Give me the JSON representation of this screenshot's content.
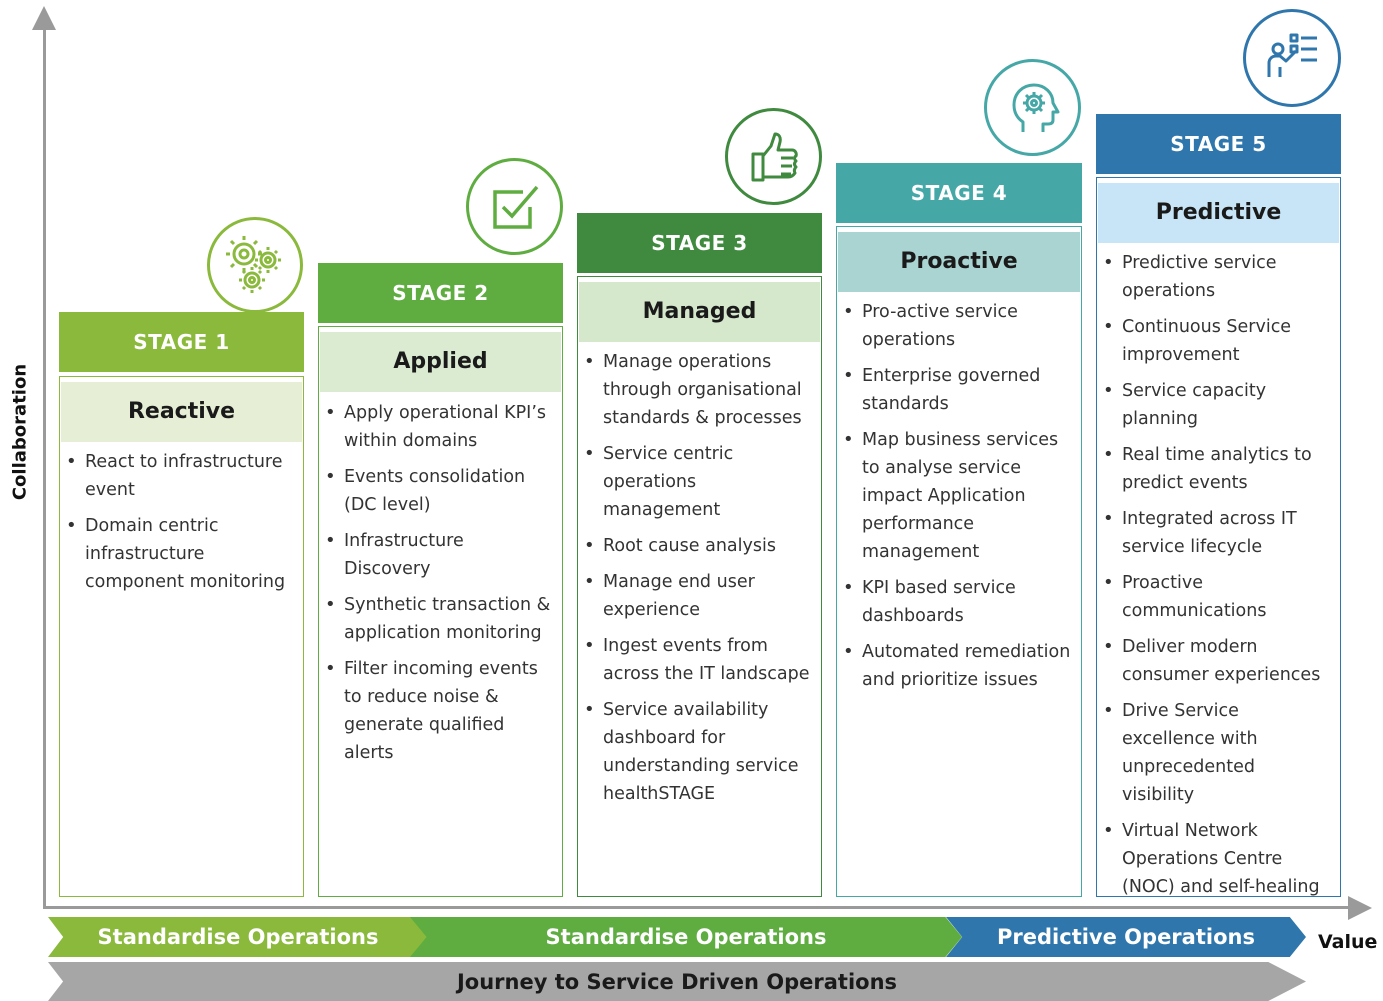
{
  "axes": {
    "y_label": "Collaboration",
    "x_label": "Value"
  },
  "stages": [
    {
      "header": "STAGE 1",
      "title": "Reactive",
      "header_color": "#8ab93c",
      "sub_bg": "#e6efd5",
      "border_color": "#8ab93c",
      "icon": "gears-icon",
      "bullets": [
        "React to infrastructure event",
        "Domain centric infrastructure component monitoring"
      ]
    },
    {
      "header": "STAGE 2",
      "title": "Applied",
      "header_color": "#5fad41",
      "sub_bg": "#dbebd2",
      "border_color": "#5fad41",
      "icon": "checkbox-icon",
      "bullets": [
        "Apply operational KPI’s within domains",
        "Events consolidation (DC level)",
        "Infrastructure Discovery",
        "Synthetic transaction & application monitoring",
        "Filter incoming events to reduce noise & generate qualified alerts"
      ]
    },
    {
      "header": "STAGE 3",
      "title": "Managed",
      "header_color": "#3f8a3e",
      "sub_bg": "#d5e8cc",
      "border_color": "#3f8a3e",
      "icon": "thumbs-up-icon",
      "bullets": [
        "Manage operations through organisational standards & processes",
        "Service centric operations management",
        "Root cause analysis",
        "Manage end user experience",
        "Ingest events from across the IT landscape",
        "Service availability dashboard for understanding service healthSTAGE"
      ]
    },
    {
      "header": "STAGE 4",
      "title": "Proactive",
      "header_color": "#46a7a7",
      "sub_bg": "#a9d4d1",
      "border_color": "#46a7a7",
      "icon": "head-gear-icon",
      "bullets": [
        "Pro-active service operations",
        "Enterprise governed standards",
        "Map business services to analyse service impact Application performance management",
        "KPI based service dashboards",
        "Automated remediation and prioritize issues"
      ]
    },
    {
      "header": "STAGE 5",
      "title": "Predictive",
      "header_color": "#2f76ad",
      "sub_bg": "#c7e5f6",
      "border_color": "#2f76ad",
      "icon": "presenter-list-icon",
      "bullets": [
        "Predictive service operations",
        "Continuous Service improvement",
        "Service capacity planning",
        "Real time analytics to predict events",
        "Integrated across IT service lifecycle",
        "Proactive communications",
        "Deliver modern consumer experiences",
        "Drive Service excellence with unprecedented visibility",
        "Virtual Network Operations Centre (NOC) and self-healing"
      ]
    }
  ],
  "phases": [
    {
      "label": "Standardise Operations",
      "color": "#8ab93c"
    },
    {
      "label": "Standardise Operations",
      "color": "#5fad41"
    },
    {
      "label": "Predictive Operations",
      "color": "#2f76ad"
    }
  ],
  "journey": "Journey to Service Driven Operations"
}
